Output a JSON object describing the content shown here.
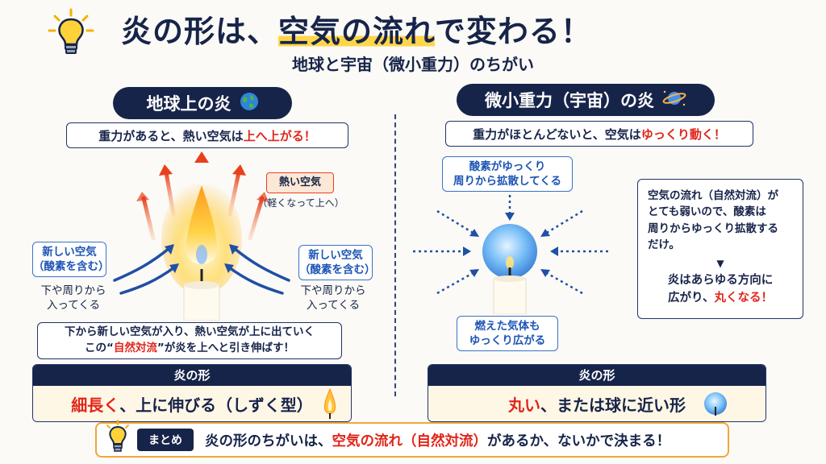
{
  "header": {
    "title_part1": "炎の形は、",
    "title_highlight": "空気の流れ",
    "title_part2": "で変わる！",
    "subtitle": "地球と宇宙（微小重力）のちがい"
  },
  "left": {
    "pill": "地球上の炎",
    "top_box_normal": "重力があると、熱い空気は",
    "top_box_red": "上へ上がる！",
    "hot_air_label": "熱い空気",
    "hot_air_note": "（軽くなって上へ）",
    "new_air_line1": "新しい空気",
    "new_air_line2": "（酸素を含む）",
    "from_below_line1": "下や周りから",
    "from_below_line2": "入ってくる",
    "explain_line1": "下から新しい空気が入り、熱い空気が上に出ていく",
    "explain_line2_a": "この“",
    "explain_line2_red": "自然対流",
    "explain_line2_b": "”が炎を上へと引き伸ばす！",
    "shape_head": "炎の形",
    "shape_red": "細長く",
    "shape_rest": "、上に伸びる（しずく型）"
  },
  "right": {
    "pill": "微小重力（宇宙）の炎",
    "top_box_normal": "重力がほとんどないと、空気は",
    "top_box_red": "ゆっくり動く！",
    "oxygen_line1": "酸素がゆっくり",
    "oxygen_line2": "周りから拡散してくる",
    "burned_line1": "燃えた気体も",
    "burned_line2": "ゆっくり広がる",
    "side_line1": "空気の流れ（自然対流）が",
    "side_line2": "とても弱いので、酸素は",
    "side_line3": "周りからゆっくり拡散する",
    "side_line4": "だけ。",
    "result_line1": "炎はあらゆる方向に",
    "result_line2_a": "広がり、",
    "result_line2_red": "丸くなる！",
    "shape_head": "炎の形",
    "shape_red": "丸い",
    "shape_rest": "、または球に近い形"
  },
  "summary": {
    "tag": "まとめ",
    "text_a": "炎の形のちがいは、",
    "text_red": "空気の流れ（自然対流）",
    "text_b": "があるか、ないかで決まる！"
  },
  "colors": {
    "navy": "#17244a",
    "red": "#e0261b",
    "blue": "#1d55b5",
    "highlight": "#ffd64a",
    "summary_border": "#f0a63a"
  },
  "icons": [
    "lightbulb-icon",
    "earth-icon",
    "planet-icon",
    "candle-flame-icon",
    "round-flame-icon"
  ]
}
